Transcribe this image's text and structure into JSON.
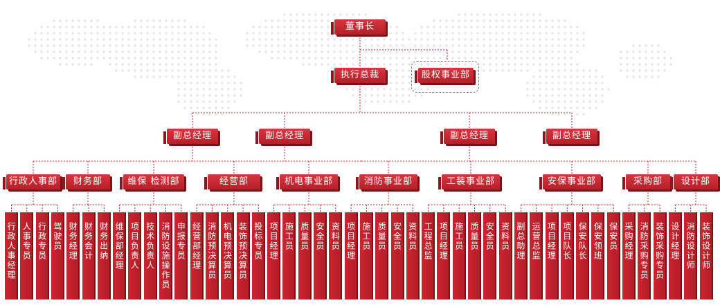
{
  "chairman": "董事长",
  "ceo": "执行总裁",
  "equity_dept": "股权事业部",
  "vps": [
    "副总经理",
    "副总经理",
    "副总经理",
    "副总经理"
  ],
  "departments": [
    {
      "name": "行政人事部",
      "staff": [
        "行政人事经理",
        "人事专员",
        "行政专员",
        "驾驶员"
      ]
    },
    {
      "name": "财务部",
      "staff": [
        "财务经理",
        "财务会计",
        "财务出纳"
      ]
    },
    {
      "name": "维保 检测部",
      "staff": [
        "维保部经理",
        "项目负责人",
        "技术负责人",
        "消防设施操作员",
        "申报专员"
      ]
    },
    {
      "name": "经营部",
      "staff": [
        "经营部经理",
        "消防预决算员",
        "机电预决算员",
        "装饰预决算员",
        "投标专员"
      ]
    },
    {
      "name": "机电事业部",
      "staff": [
        "项目经理",
        "施工员",
        "质量员",
        "安全员",
        "资料员"
      ]
    },
    {
      "name": "消防事业部",
      "staff": [
        "项目经理",
        "施工员",
        "质量员",
        "安全员",
        "资料员"
      ]
    },
    {
      "name": "工装事业部",
      "staff": [
        "工程总监",
        "项目经理",
        "施工员",
        "质量员",
        "安全员",
        "资料员"
      ]
    },
    {
      "name": "安保事业部",
      "staff": [
        "副总助理",
        "运营总监",
        "项目经理",
        "项目队长",
        "保安队长",
        "保安领班",
        "保安员"
      ]
    },
    {
      "name": "采购部",
      "staff": [
        "采购经理",
        "消防采购专员",
        "装饰采购专员"
      ]
    },
    {
      "name": "设计部",
      "staff": [
        "设计经理",
        "消防设计师",
        "装饰设计师"
      ]
    }
  ],
  "colors": {
    "primary": "#c4242e",
    "shadow": "#7d1118",
    "line": "#c4242e",
    "map_dots": "#e3e3e3"
  }
}
